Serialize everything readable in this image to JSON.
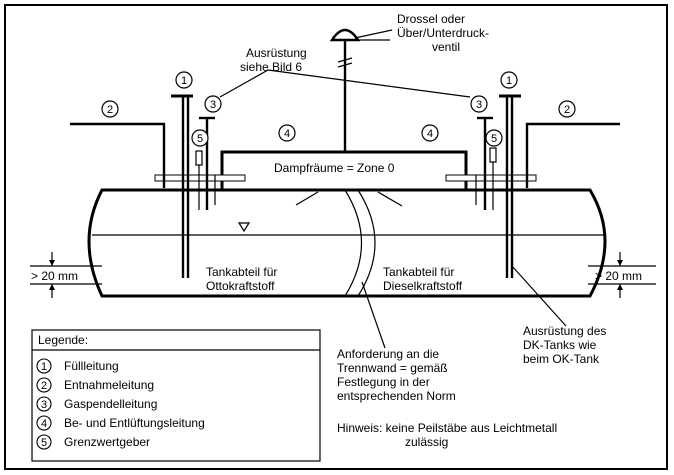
{
  "labels": {
    "throttle": [
      "Drossel oder",
      "Über/Unterdruck-",
      "ventil"
    ],
    "equipment_ref": [
      "Ausrüstung",
      "siehe Bild 6"
    ],
    "vapor_space": "Dampfräume = Zone 0",
    "compartment_petrol": [
      "Tankabteil für",
      "Ottokraftstoff"
    ],
    "compartment_diesel": [
      "Tankabteil für",
      "Dieselkraftstoff"
    ],
    "clearance_left": "> 20 mm",
    "clearance_right": "> 20 mm",
    "dk_equipment": [
      "Ausrüstung des",
      "DK-Tanks wie",
      "beim OK-Tank"
    ],
    "partition_requirement": [
      "Anforderung an die",
      "Trennwand = gemäß",
      "Festlegung in der",
      "entsprechenden Norm"
    ],
    "note": [
      "Hinweis: keine Peilstäbe aus Leichtmetall",
      "zulässig"
    ]
  },
  "callouts": {
    "n1": "1",
    "n2": "2",
    "n3": "3",
    "n4": "4",
    "n5": "5"
  },
  "legend": {
    "title": "Legende:",
    "items": [
      {
        "num": "1",
        "text": "Füllleitung"
      },
      {
        "num": "2",
        "text": "Entnahmeleitung"
      },
      {
        "num": "3",
        "text": "Gaspendelleitung"
      },
      {
        "num": "4",
        "text": "Be- und Entlüftungsleitung"
      },
      {
        "num": "5",
        "text": "Grenzwertgeber"
      }
    ]
  }
}
